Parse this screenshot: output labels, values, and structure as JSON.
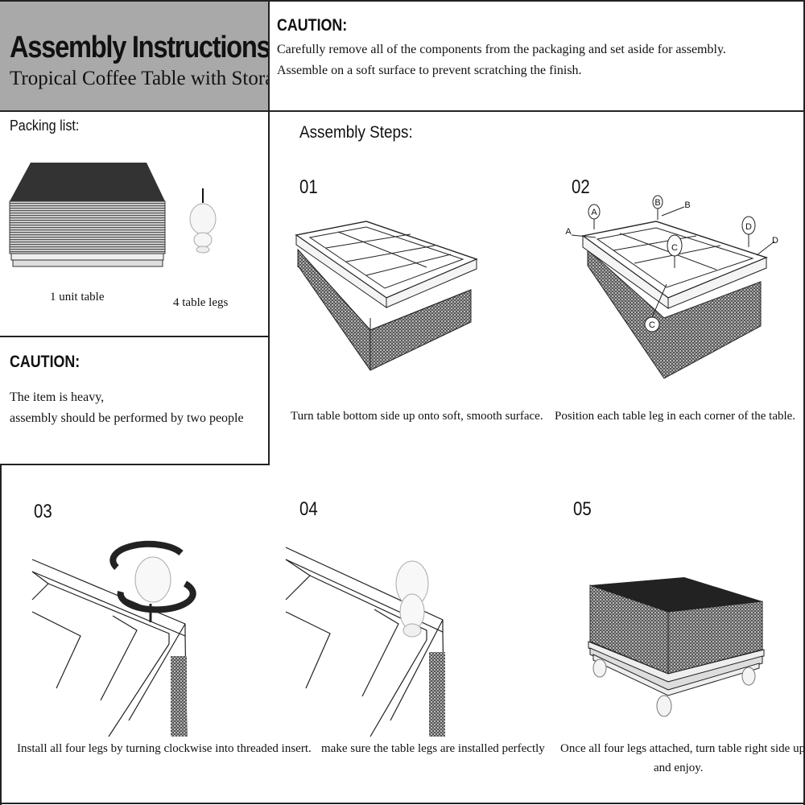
{
  "header": {
    "title": "Assembly Instructions",
    "subtitle": "Tropical Coffee Table with Storage"
  },
  "top_caution": {
    "heading": "CAUTION:",
    "lines": [
      "Carefully remove all of the components from the packaging and set aside for assembly.",
      "Assemble on a soft surface to prevent scratching the finish."
    ]
  },
  "packing_list": {
    "heading": "Packing list:",
    "items": [
      {
        "label": "1 unit table"
      },
      {
        "label": "4 table legs"
      }
    ]
  },
  "side_caution": {
    "heading": "CAUTION:",
    "lines": [
      "The item is heavy,",
      "assembly should be performed by two people"
    ]
  },
  "assembly": {
    "heading": "Assembly Steps:",
    "steps": [
      {
        "number": "01",
        "caption": "Turn table bottom side up onto soft, smooth surface."
      },
      {
        "number": "02",
        "caption": "Position each table leg in each corner of the table.",
        "callouts": [
          "A",
          "B",
          "C",
          "D",
          "A",
          "B",
          "C",
          "D"
        ]
      },
      {
        "number": "03",
        "caption": "Install all four legs by turning clockwise into threaded insert."
      },
      {
        "number": "04",
        "caption": "make sure the table legs are installed perfectly"
      },
      {
        "number": "05",
        "caption_lines": [
          "Once all four legs attached, turn table right side up",
          "and enjoy."
        ]
      }
    ]
  }
}
